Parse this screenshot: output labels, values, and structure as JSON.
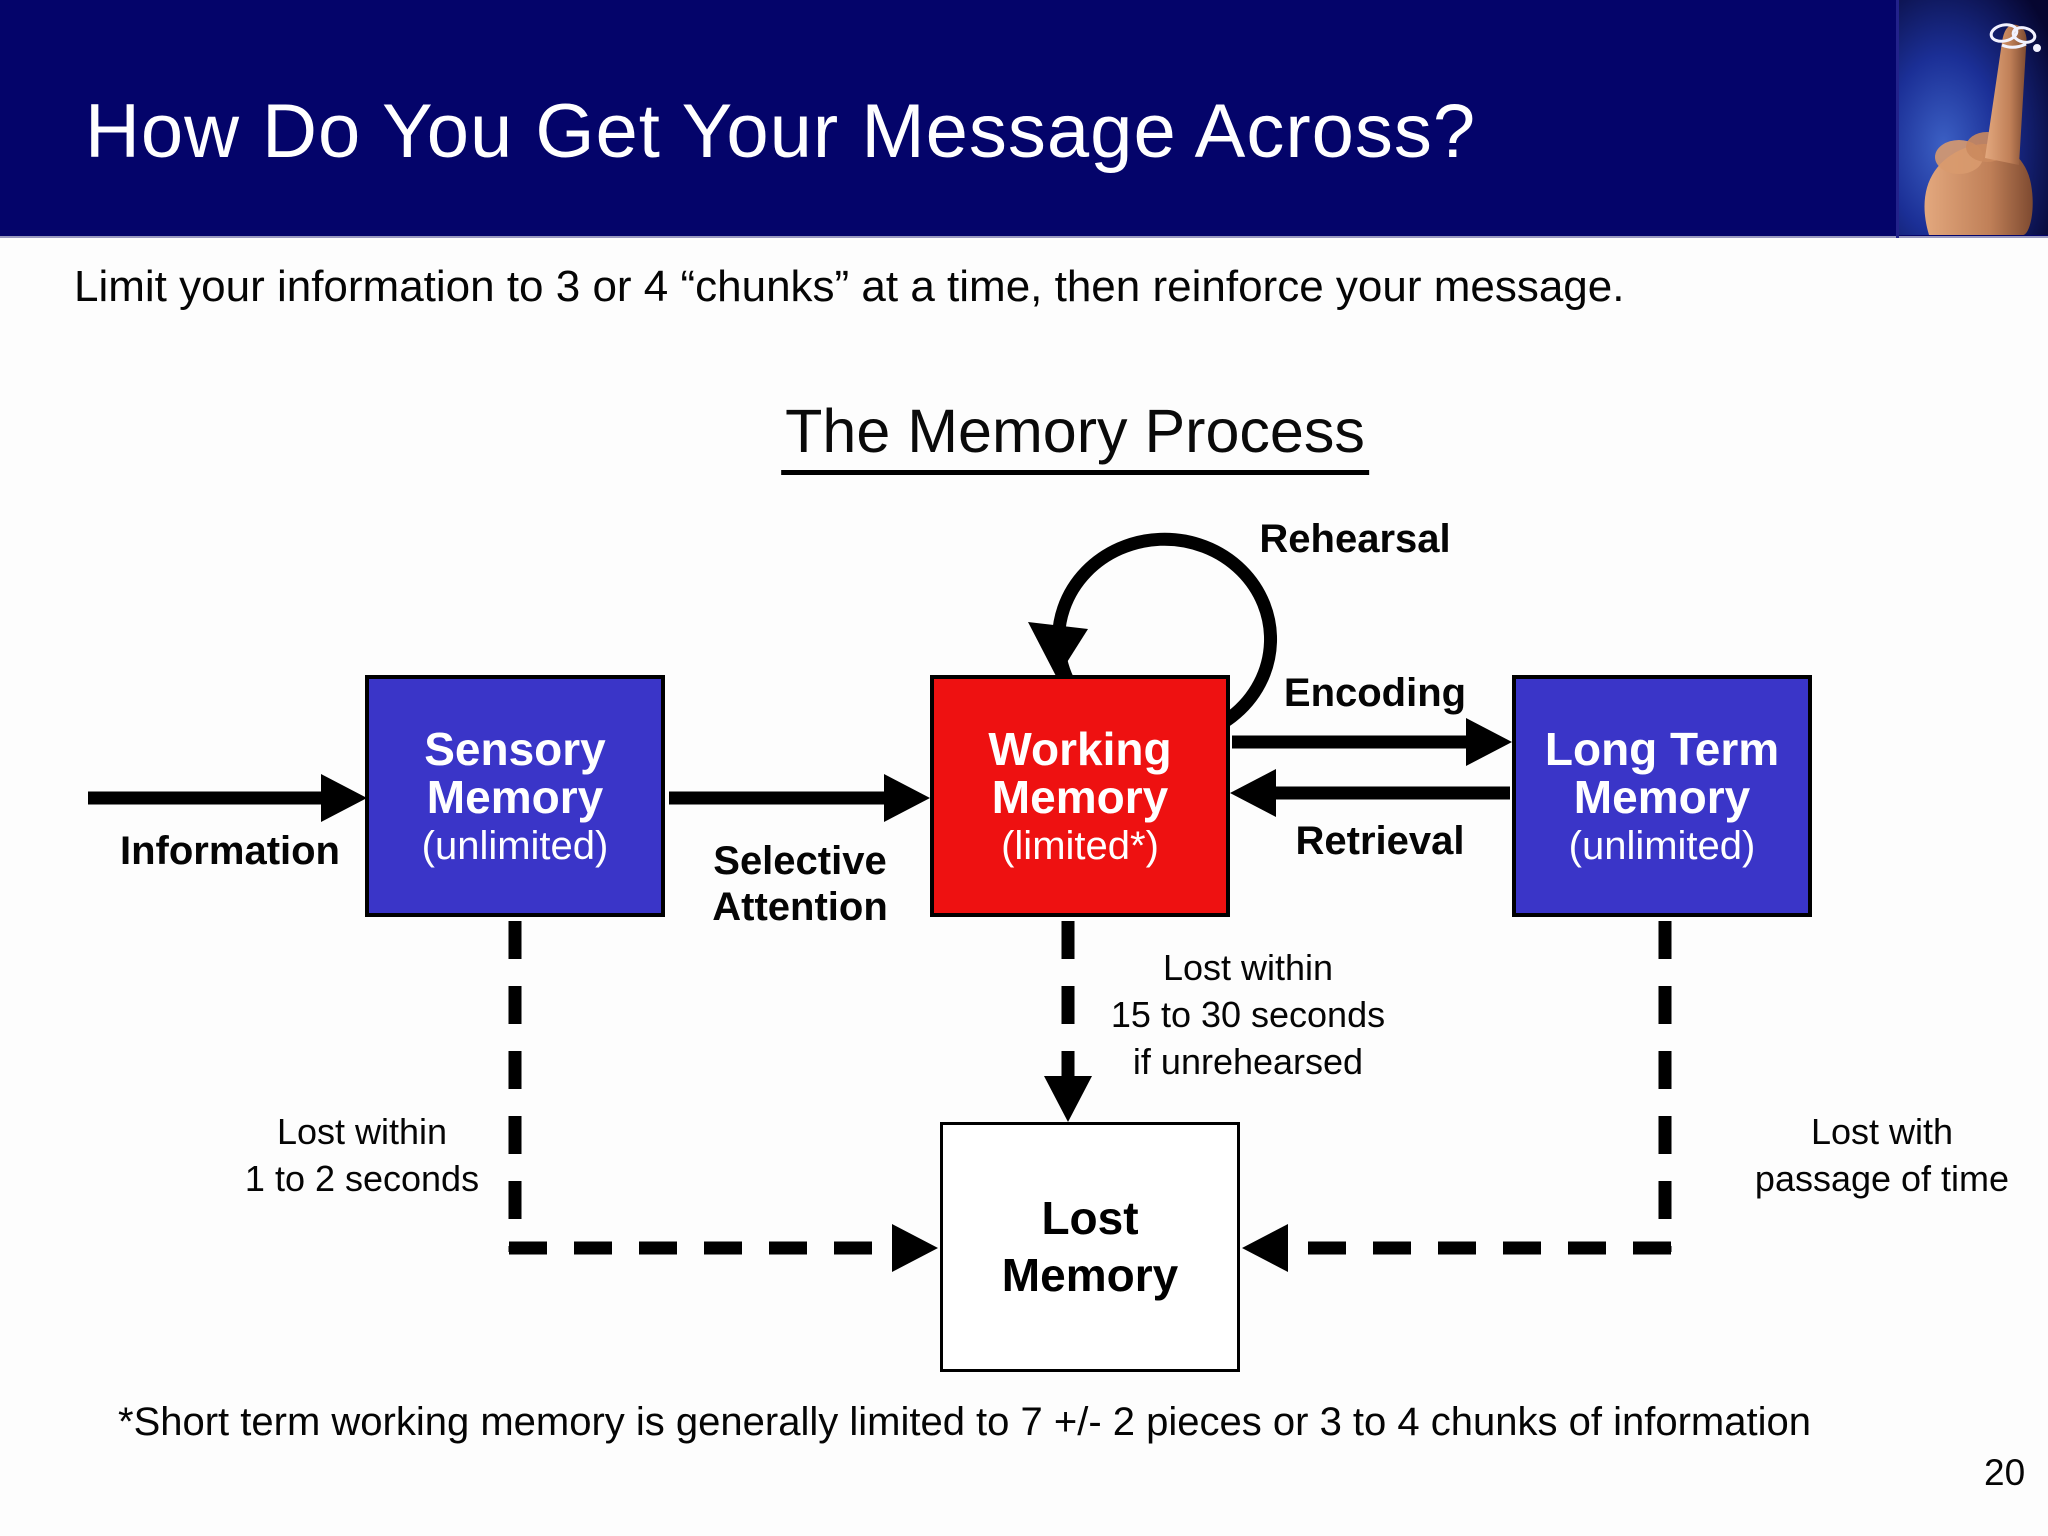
{
  "slide": {
    "title": "How Do You Get Your Message Across?",
    "subtitle": "Limit your information to 3 or 4 “chunks” at a time, then reinforce your message.",
    "footnote": "*Short term working memory is generally limited to 7 +/- 2 pieces or 3 to 4 chunks of information",
    "page_number": "20"
  },
  "diagram": {
    "heading": "The Memory Process",
    "input_label": "Information",
    "boxes": {
      "sensory": {
        "line1": "Sensory",
        "line2": "Memory",
        "sub": "(unlimited)"
      },
      "working": {
        "line1": "Working",
        "line2": "Memory",
        "sub": "(limited*)"
      },
      "longterm": {
        "line1": "Long Term",
        "line2": "Memory",
        "sub": "(unlimited)"
      },
      "lost": {
        "line1": "Lost",
        "line2": "Memory"
      }
    },
    "arrow_labels": {
      "selective": {
        "line1": "Selective",
        "line2": "Attention"
      },
      "rehearsal": "Rehearsal",
      "encoding": "Encoding",
      "retrieval": "Retrieval"
    },
    "loss_labels": {
      "sensory": {
        "line1": "Lost within",
        "line2": "1 to 2 seconds"
      },
      "working": {
        "line1": "Lost within",
        "line2": "15 to 30 seconds",
        "line3": "if unrehearsed"
      },
      "longterm": {
        "line1": "Lost with",
        "line2": "passage of time"
      }
    }
  },
  "colors": {
    "header_navy": "#04046a",
    "memory_box_blue": "#3a35c8",
    "working_box_red": "#ee1111",
    "lost_box_white": "#ffffff",
    "arrow_black": "#000000"
  },
  "corner_image": {
    "name": "string-tied-around-finger-reminder-photo"
  }
}
